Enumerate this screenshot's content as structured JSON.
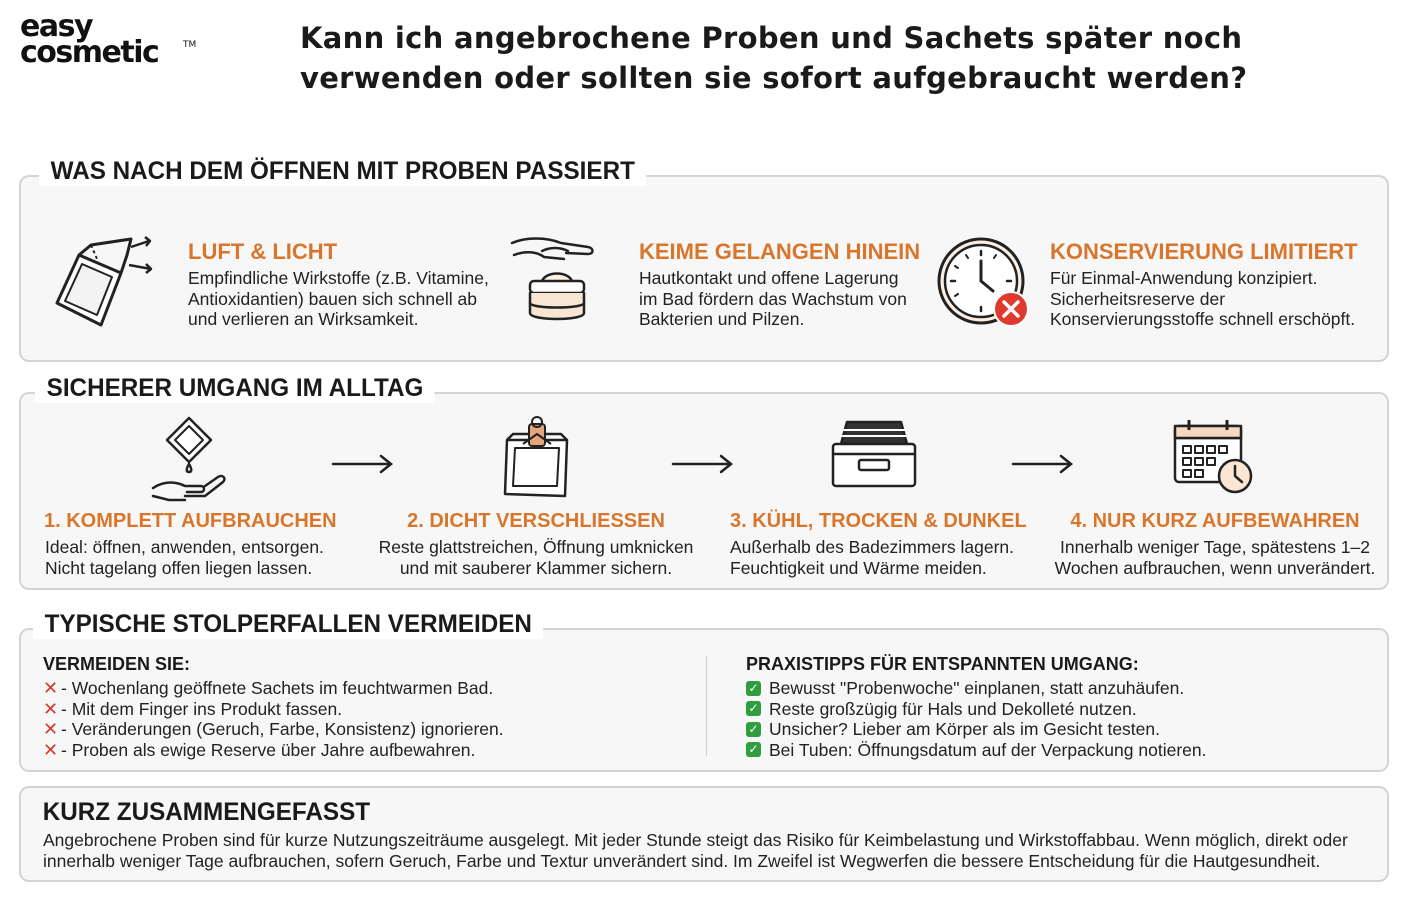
{
  "logo": {
    "line1": "easy",
    "line2": "cosmetic",
    "tm": "TM"
  },
  "title": {
    "line1": "Kann ich angebrochene Proben und Sachets später noch",
    "line2": "verwenden oder sollten sie sofort aufgebraucht werden?"
  },
  "section1": {
    "label": "WAS NACH DEM ÖFFNEN MIT PROBEN PASSIERT",
    "items": [
      {
        "heading": "LUFT & LICHT",
        "lines": [
          "Empfindliche Wirkstoffe (z.B. Vitamine,",
          "Antioxidantien) bauen sich schnell ab",
          "und verlieren an Wirksamkeit."
        ]
      },
      {
        "heading": "KEIME GELANGEN HINEIN",
        "lines": [
          "Hautkontakt und offene Lagerung",
          "im Bad fördern das Wachstum von",
          "Bakterien und Pilzen."
        ]
      },
      {
        "heading": "KONSERVIERUNG LIMITIERT",
        "lines": [
          "Für Einmal-Anwendung konzipiert.",
          "Sicherheitsreserve der",
          "Konservierungsstoffe schnell erschöpft."
        ]
      }
    ]
  },
  "section2": {
    "label": "SICHERER UMGANG IM ALLTAG",
    "steps": [
      {
        "heading": "1. KOMPLETT AUFBRAUCHEN",
        "lines": [
          "Ideal: öffnen, anwenden, entsorgen.",
          "Nicht tagelang offen liegen lassen."
        ]
      },
      {
        "heading": "2. DICHT VERSCHLIESSEN",
        "lines": [
          "Reste glattstreichen, Öffnung umknicken",
          "und mit sauberer Klammer sichern."
        ]
      },
      {
        "heading": "3. KÜHL, TROCKEN & DUNKEL",
        "lines": [
          "Außerhalb des Badezimmers lagern.",
          "Feuchtigkeit und Wärme meiden."
        ]
      },
      {
        "heading": "4. NUR KURZ AUFBEWAHREN",
        "lines": [
          "Innerhalb weniger Tage, spätestens 1–2",
          "Wochen aufbrauchen, wenn unverändert."
        ]
      }
    ]
  },
  "section3": {
    "label": "TYPISCHE STOLPERFALLEN VERMEIDEN",
    "avoid": {
      "heading": "VERMEIDEN SIE:",
      "items": [
        "- Wochenlang geöffnete Sachets im feuchtwarmen Bad.",
        "- Mit dem Finger ins Produkt fassen.",
        "- Veränderungen (Geruch, Farbe, Konsistenz) ignorieren.",
        "- Proben als ewige Reserve über Jahre aufbewahren."
      ]
    },
    "tips": {
      "heading": "PRAXISTIPPS FÜR ENTSPANNTEN UMGANG:",
      "items": [
        "Bewusst \"Probenwoche\" einplanen, statt anzuhäufen.",
        "Reste großzügig für Hals und Dekolleté nutzen.",
        "Unsicher? Lieber am Körper als im Gesicht testen.",
        "Bei Tuben: Öffnungsdatum auf der Verpackung notieren."
      ]
    }
  },
  "section4": {
    "label": "KURZ ZUSAMMENGEFASST",
    "text": "Angebrochene Proben sind für kurze Nutzungszeiträume ausgelegt. Mit jeder Stunde steigt das Risiko für Keimbelastung und Wirkstoffabbau. Wenn möglich, direkt oder innerhalb weniger Tage aufbrauchen, sofern Geruch, Farbe und Textur unverändert sind. Im Zweifel ist Wegwerfen die bessere Entscheidung für die Hautgesundheit."
  },
  "colors": {
    "accent": "#d9762b",
    "cross": "#d63a2e",
    "check": "#2f9e3f",
    "border": "#d4d4d4"
  }
}
